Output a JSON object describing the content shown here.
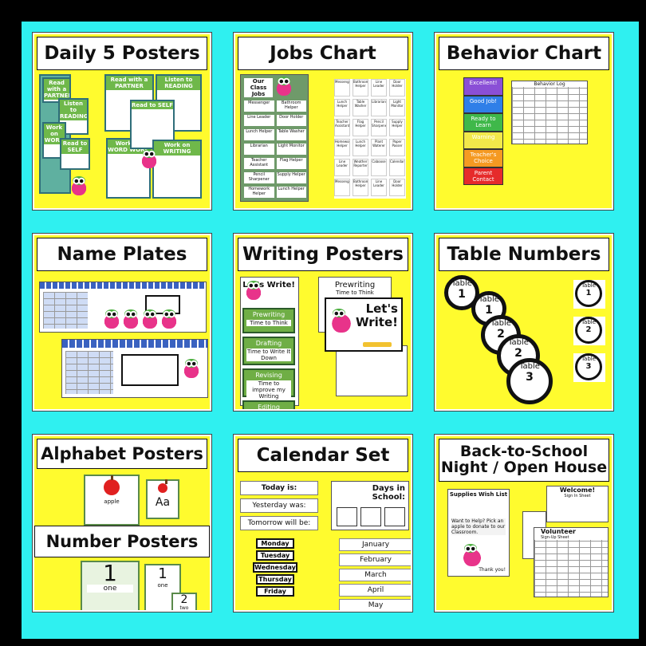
{
  "tiles": {
    "daily5": {
      "title": "Daily 5 Posters",
      "posters": [
        "Read with a PARTNER",
        "Listen to READING",
        "Work on WORK",
        "Read to SELF",
        "Work on WRITING",
        "Read with a PARTNER",
        "Listen to READING",
        "Work on WORD WORK",
        "Read to SELF"
      ]
    },
    "jobs": {
      "title": "Jobs Chart",
      "header": "Our Class Jobs",
      "jobs": [
        "Messenger",
        "Bathroom Helper",
        "Line Leader",
        "Door Holder",
        "Lunch Helper",
        "Table Washer",
        "Librarian",
        "Light Monitor",
        "Teacher Assistant",
        "Flag Helper",
        "Pencil Sharpener",
        "Supply Helper",
        "Homework Helper",
        "Lunch Helper",
        "Plant Waterer",
        "Paper Passer",
        "Line Leader",
        "Weather Reporter",
        "Caboose",
        "Calendar"
      ]
    },
    "behavior": {
      "title": "Behavior Chart",
      "levels": [
        "Excellent!",
        "Good Job!",
        "Ready to Learn",
        "Warning",
        "Teacher's Choice",
        "Parent Contact"
      ],
      "level_colors": [
        "#8a4fd6",
        "#2f7fe8",
        "#3fb84a",
        "#f2e84a",
        "#f59a22",
        "#e62b2b"
      ],
      "log_title": "Behavior Log"
    },
    "nameplates": {
      "title": "Name Plates"
    },
    "writing": {
      "title": "Writing Posters",
      "cards": [
        {
          "name": "Prewriting",
          "sub": "Time to Think"
        },
        {
          "name": "Drafting",
          "sub": "Time to Write It Down"
        },
        {
          "name": "Revising",
          "sub": "Time to improve my Writing"
        },
        {
          "name": "Editing",
          "sub": ""
        }
      ],
      "header": "Let's Write!",
      "big": "Let's Write!",
      "prewriting": "Prewriting",
      "prewriting_sub": "Time to Think"
    },
    "tables": {
      "title": "Table Numbers",
      "label": "Table",
      "numbers": [
        "1",
        "1",
        "2",
        "2",
        "3",
        "3"
      ]
    },
    "alphabet": {
      "title": "Alphabet Posters",
      "word": "apple",
      "letters": "Aa"
    },
    "numbers": {
      "title": "Number Posters",
      "digit": "1",
      "word": "one",
      "digit2": "2",
      "word2": "two"
    },
    "calendar": {
      "title": "Calendar Set",
      "today": "Today is:",
      "yesterday": "Yesterday was:",
      "tomorrow": "Tomorrow will be:",
      "days_in_school": "Days in School:",
      "weekdays": [
        "Monday",
        "Tuesday",
        "Wednesday",
        "Thursday",
        "Friday"
      ],
      "months": [
        "January",
        "February",
        "March",
        "April",
        "May"
      ]
    },
    "backtoschool": {
      "title_line1": "Back-to-School",
      "title_line2": "Night / Open House",
      "supplies": "Supplies Wish List",
      "help": "Want to Help? Pick an apple to donate to our Classroom.",
      "welcome": "Welcome!",
      "sign_in": "Sign In Sheet",
      "volunteer": "Volunteer",
      "volunteer_sub": "Sign-Up Sheet",
      "thank": "Thank you!"
    }
  }
}
